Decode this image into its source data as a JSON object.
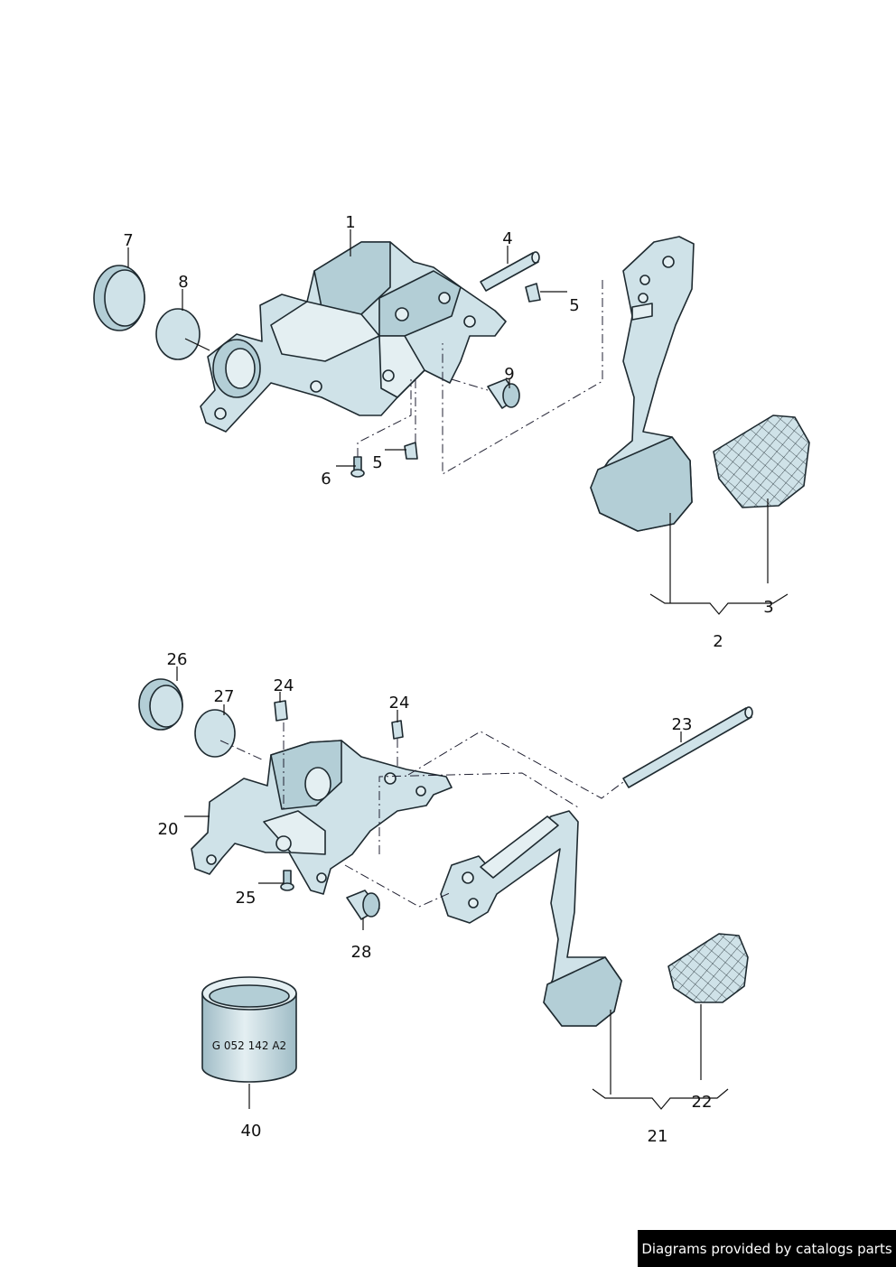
{
  "callouts": {
    "c1": "1",
    "c2": "2",
    "c3": "3",
    "c4": "4",
    "c5a": "5",
    "c5b": "5",
    "c6": "6",
    "c7": "7",
    "c8": "8",
    "c9": "9",
    "c20": "20",
    "c21": "21",
    "c22": "22",
    "c23": "23",
    "c24a": "24",
    "c24b": "24",
    "c25": "25",
    "c26": "26",
    "c27": "27",
    "c28": "28",
    "c40": "40"
  },
  "part_markings": {
    "cylinder_40": "G 052 142 A2"
  },
  "footer": {
    "text": "Diagrams provided by catalogs parts"
  }
}
